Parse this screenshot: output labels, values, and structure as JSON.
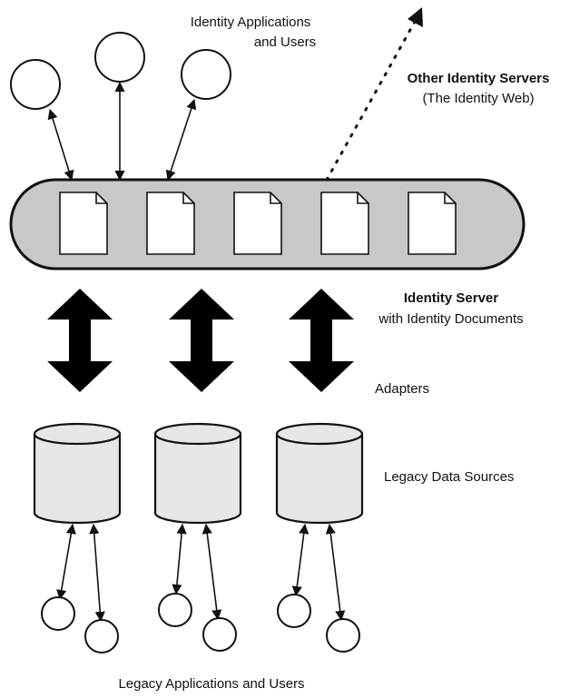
{
  "labels": {
    "top_apps_line1": "Identity Applications",
    "top_apps_line2": "and Users",
    "other_servers_title": "Other Identity Servers",
    "other_servers_sub": "(The Identity Web)",
    "server_title": "Identity Server",
    "server_sub": "with Identity Documents",
    "adapters": "Adapters",
    "legacy_sources": "Legacy Data Sources",
    "legacy_apps": "Legacy Applications and Users"
  },
  "colors": {
    "stroke": "#111111",
    "server_fill": "#c8c8c8",
    "document_fill": "#ffffff",
    "database_fill": "#e6e6e6",
    "arrow_fill": "#000000"
  },
  "icons": {
    "document": "document-icon",
    "database": "database-cylinder-icon",
    "user": "user-circle-icon"
  }
}
